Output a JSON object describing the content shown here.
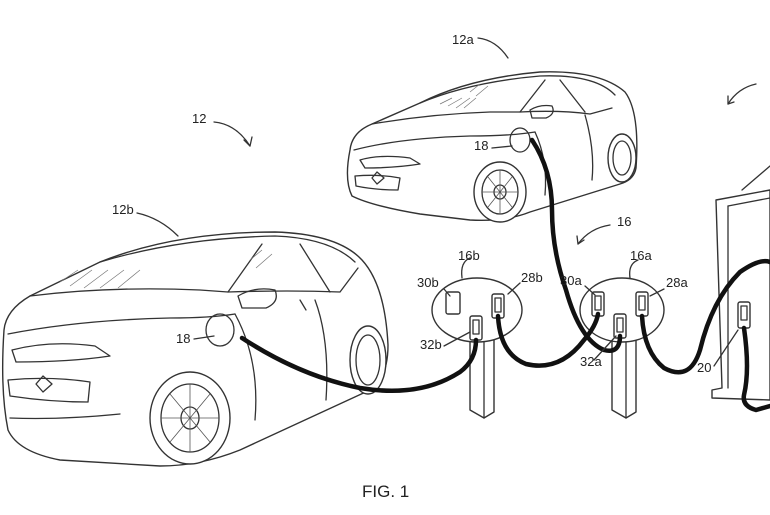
{
  "labels": {
    "car_group": "12",
    "car_a": "12a",
    "car_b": "12b",
    "port_a": "18",
    "port_b": "18",
    "station_group": "16",
    "station_a": "16a",
    "station_b": "16b",
    "conn_30b": "30b",
    "conn_28b": "28b",
    "conn_30a": "30a",
    "conn_28a": "28a",
    "conn_32b": "32b",
    "conn_32a": "32a",
    "cable_20": "20"
  },
  "caption": "FIG. 1"
}
